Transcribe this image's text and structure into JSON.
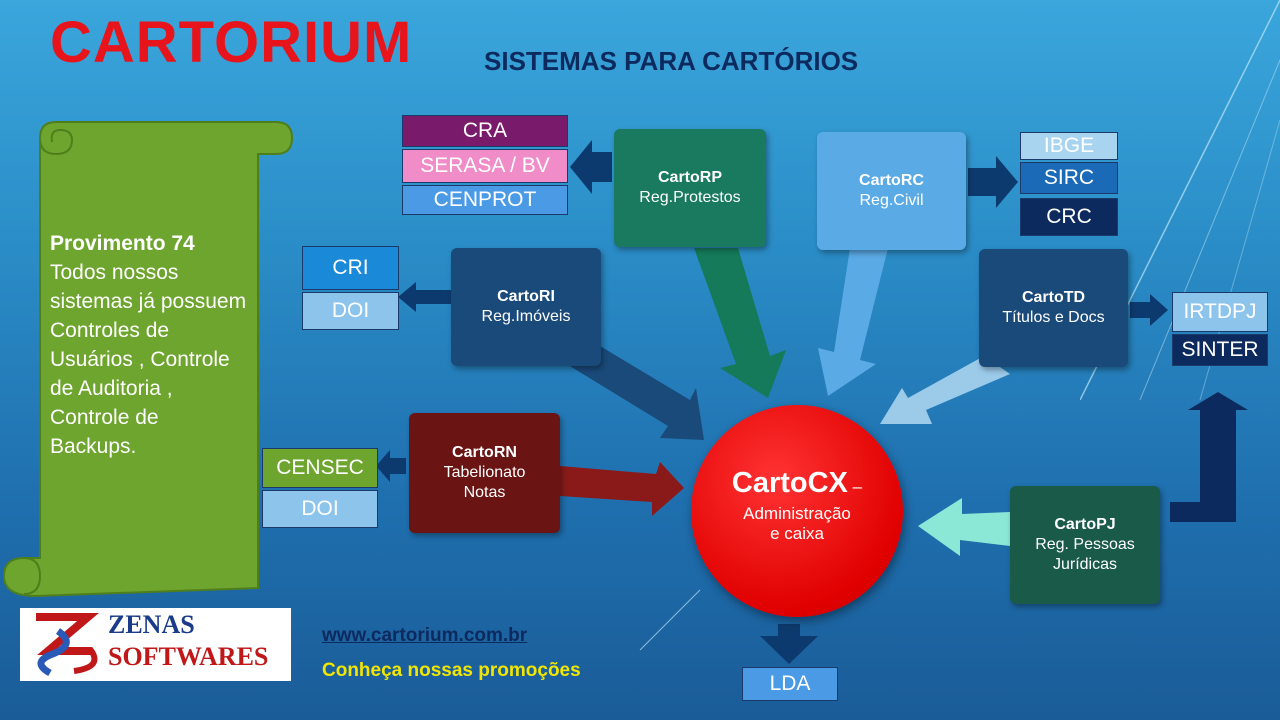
{
  "header": {
    "title": "CARTORIUM",
    "subtitle": "SISTEMAS PARA CARTÓRIOS"
  },
  "scroll": {
    "heading": "Provimento 74",
    "body": "Todos nossos sistemas já possuem Controles de Usuários , Controle de Auditoria , Controle de Backups."
  },
  "nodes": {
    "cartorp": {
      "name": "CartoRP",
      "desc": "Reg.Protestos"
    },
    "cartorc": {
      "name": "CartoRC",
      "desc": "Reg.Civil"
    },
    "cartori": {
      "name": "CartoRI",
      "desc": "Reg.Imóveis"
    },
    "cartotd": {
      "name": "CartoTD",
      "desc": "Títulos e Docs"
    },
    "cartorn": {
      "name": "CartoRN",
      "desc1": "Tabelionato",
      "desc2": "Notas"
    },
    "cartopj": {
      "name": "CartoPJ",
      "desc1": "Reg. Pessoas",
      "desc2": "Jurídicas"
    },
    "cartocx": {
      "name": "CartoCX",
      "dash": " –",
      "desc1": "Administração",
      "desc2": "e caixa"
    }
  },
  "tags": {
    "cra": "CRA",
    "serasa": "SERASA / BV",
    "cenprot": "CENPROT",
    "ibge": "IBGE",
    "sirc": "SIRC",
    "crc": "CRC",
    "cri": "CRI",
    "doi_ri": "DOI",
    "irtdpj": "IRTDPJ",
    "sinter": "SINTER",
    "censec": "CENSEC",
    "doi_rn": "DOI",
    "lda": "LDA"
  },
  "footer": {
    "logo_line1": "ZENAS",
    "logo_line2": "SOFTWARES",
    "url": "www.cartorium.com.br",
    "promo": "Conheça nossas promoções"
  },
  "colors": {
    "title": "#e8141c",
    "cartocx": "#e00000",
    "scroll": "#6ea52e"
  }
}
